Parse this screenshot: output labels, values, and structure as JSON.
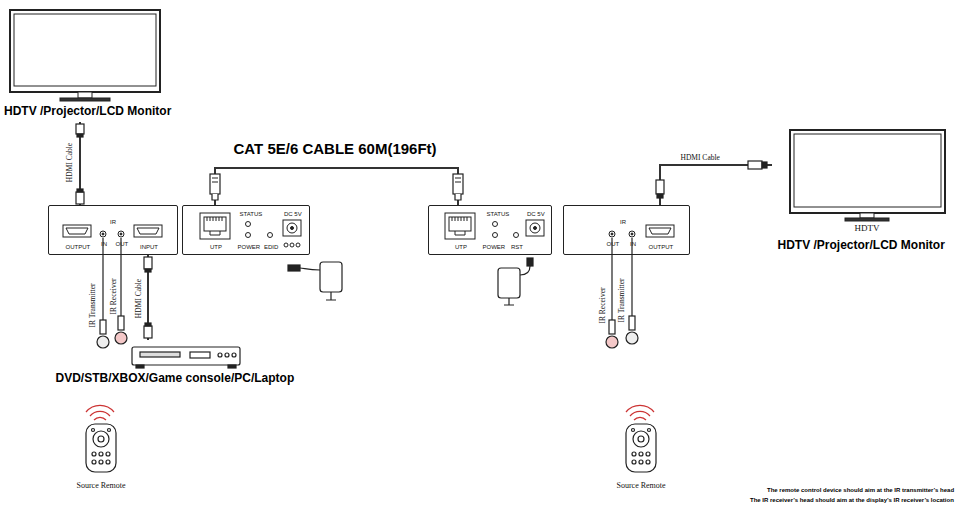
{
  "diagram": {
    "nodes": [
      {
        "text": [
          "HDTV /Projector/LCD Monitor"
        ]
      },
      {
        "text": [
          "OUTPUT",
          "IR",
          "IN",
          "OUT",
          "INPUT"
        ]
      },
      {
        "text": [
          "UTP",
          "STATUS",
          "POWER",
          "EDID",
          "DC 5V"
        ]
      },
      {
        "text": [
          "UTP",
          "STATUS",
          "POWER",
          "RST",
          "DC 5V"
        ]
      },
      {
        "text": [
          "IR",
          "OUT",
          "IN",
          "OUTPUT"
        ]
      },
      {
        "text": [
          "HDTV",
          "HDTV /Projector/LCD Monitor"
        ]
      },
      {
        "text": [
          "DVD/STB/XBOX/Game console/PC/Laptop"
        ]
      },
      {
        "text": [
          "Source Remote"
        ]
      },
      {
        "text": [
          "Source Remote"
        ]
      }
    ],
    "edges": [
      {
        "from": 0,
        "to": 1,
        "arrow": "none",
        "label": "HDMI Cable"
      },
      {
        "from": 1,
        "to": 6,
        "arrow": "none",
        "label": "HDMI Cable"
      },
      {
        "from": 2,
        "to": 3,
        "arrow": "none",
        "label": "CAT 5E/6 CABLE 60M(196Ft)"
      },
      {
        "from": 5,
        "to": 4,
        "arrow": "none",
        "label": "HDMI Cable"
      }
    ],
    "labels": [
      "IR Transmitter",
      "IR Receiver",
      "IR Receiver",
      "IR Transmitter",
      "The remote control device should aim at the IR transmitter’s head",
      "The IR receiver’s head should aim at the display’s  IR receiver’s location"
    ]
  }
}
